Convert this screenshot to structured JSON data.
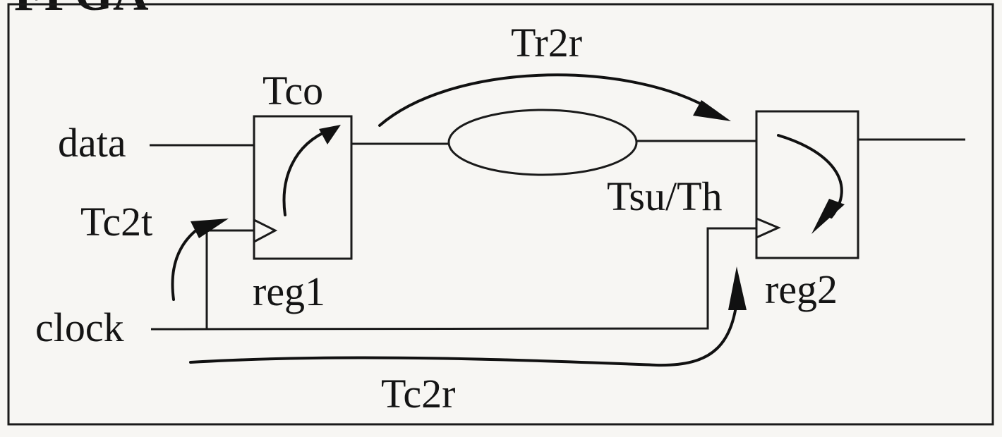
{
  "labels": {
    "top_partial": "FPGA",
    "tr2r": "Tr2r",
    "tco": "Tco",
    "data": "data",
    "tc2t": "Tc2t",
    "tsu_th": "Tsu/Th",
    "reg1": "reg1",
    "reg2": "reg2",
    "clock": "clock",
    "tc2r": "Tc2r"
  }
}
